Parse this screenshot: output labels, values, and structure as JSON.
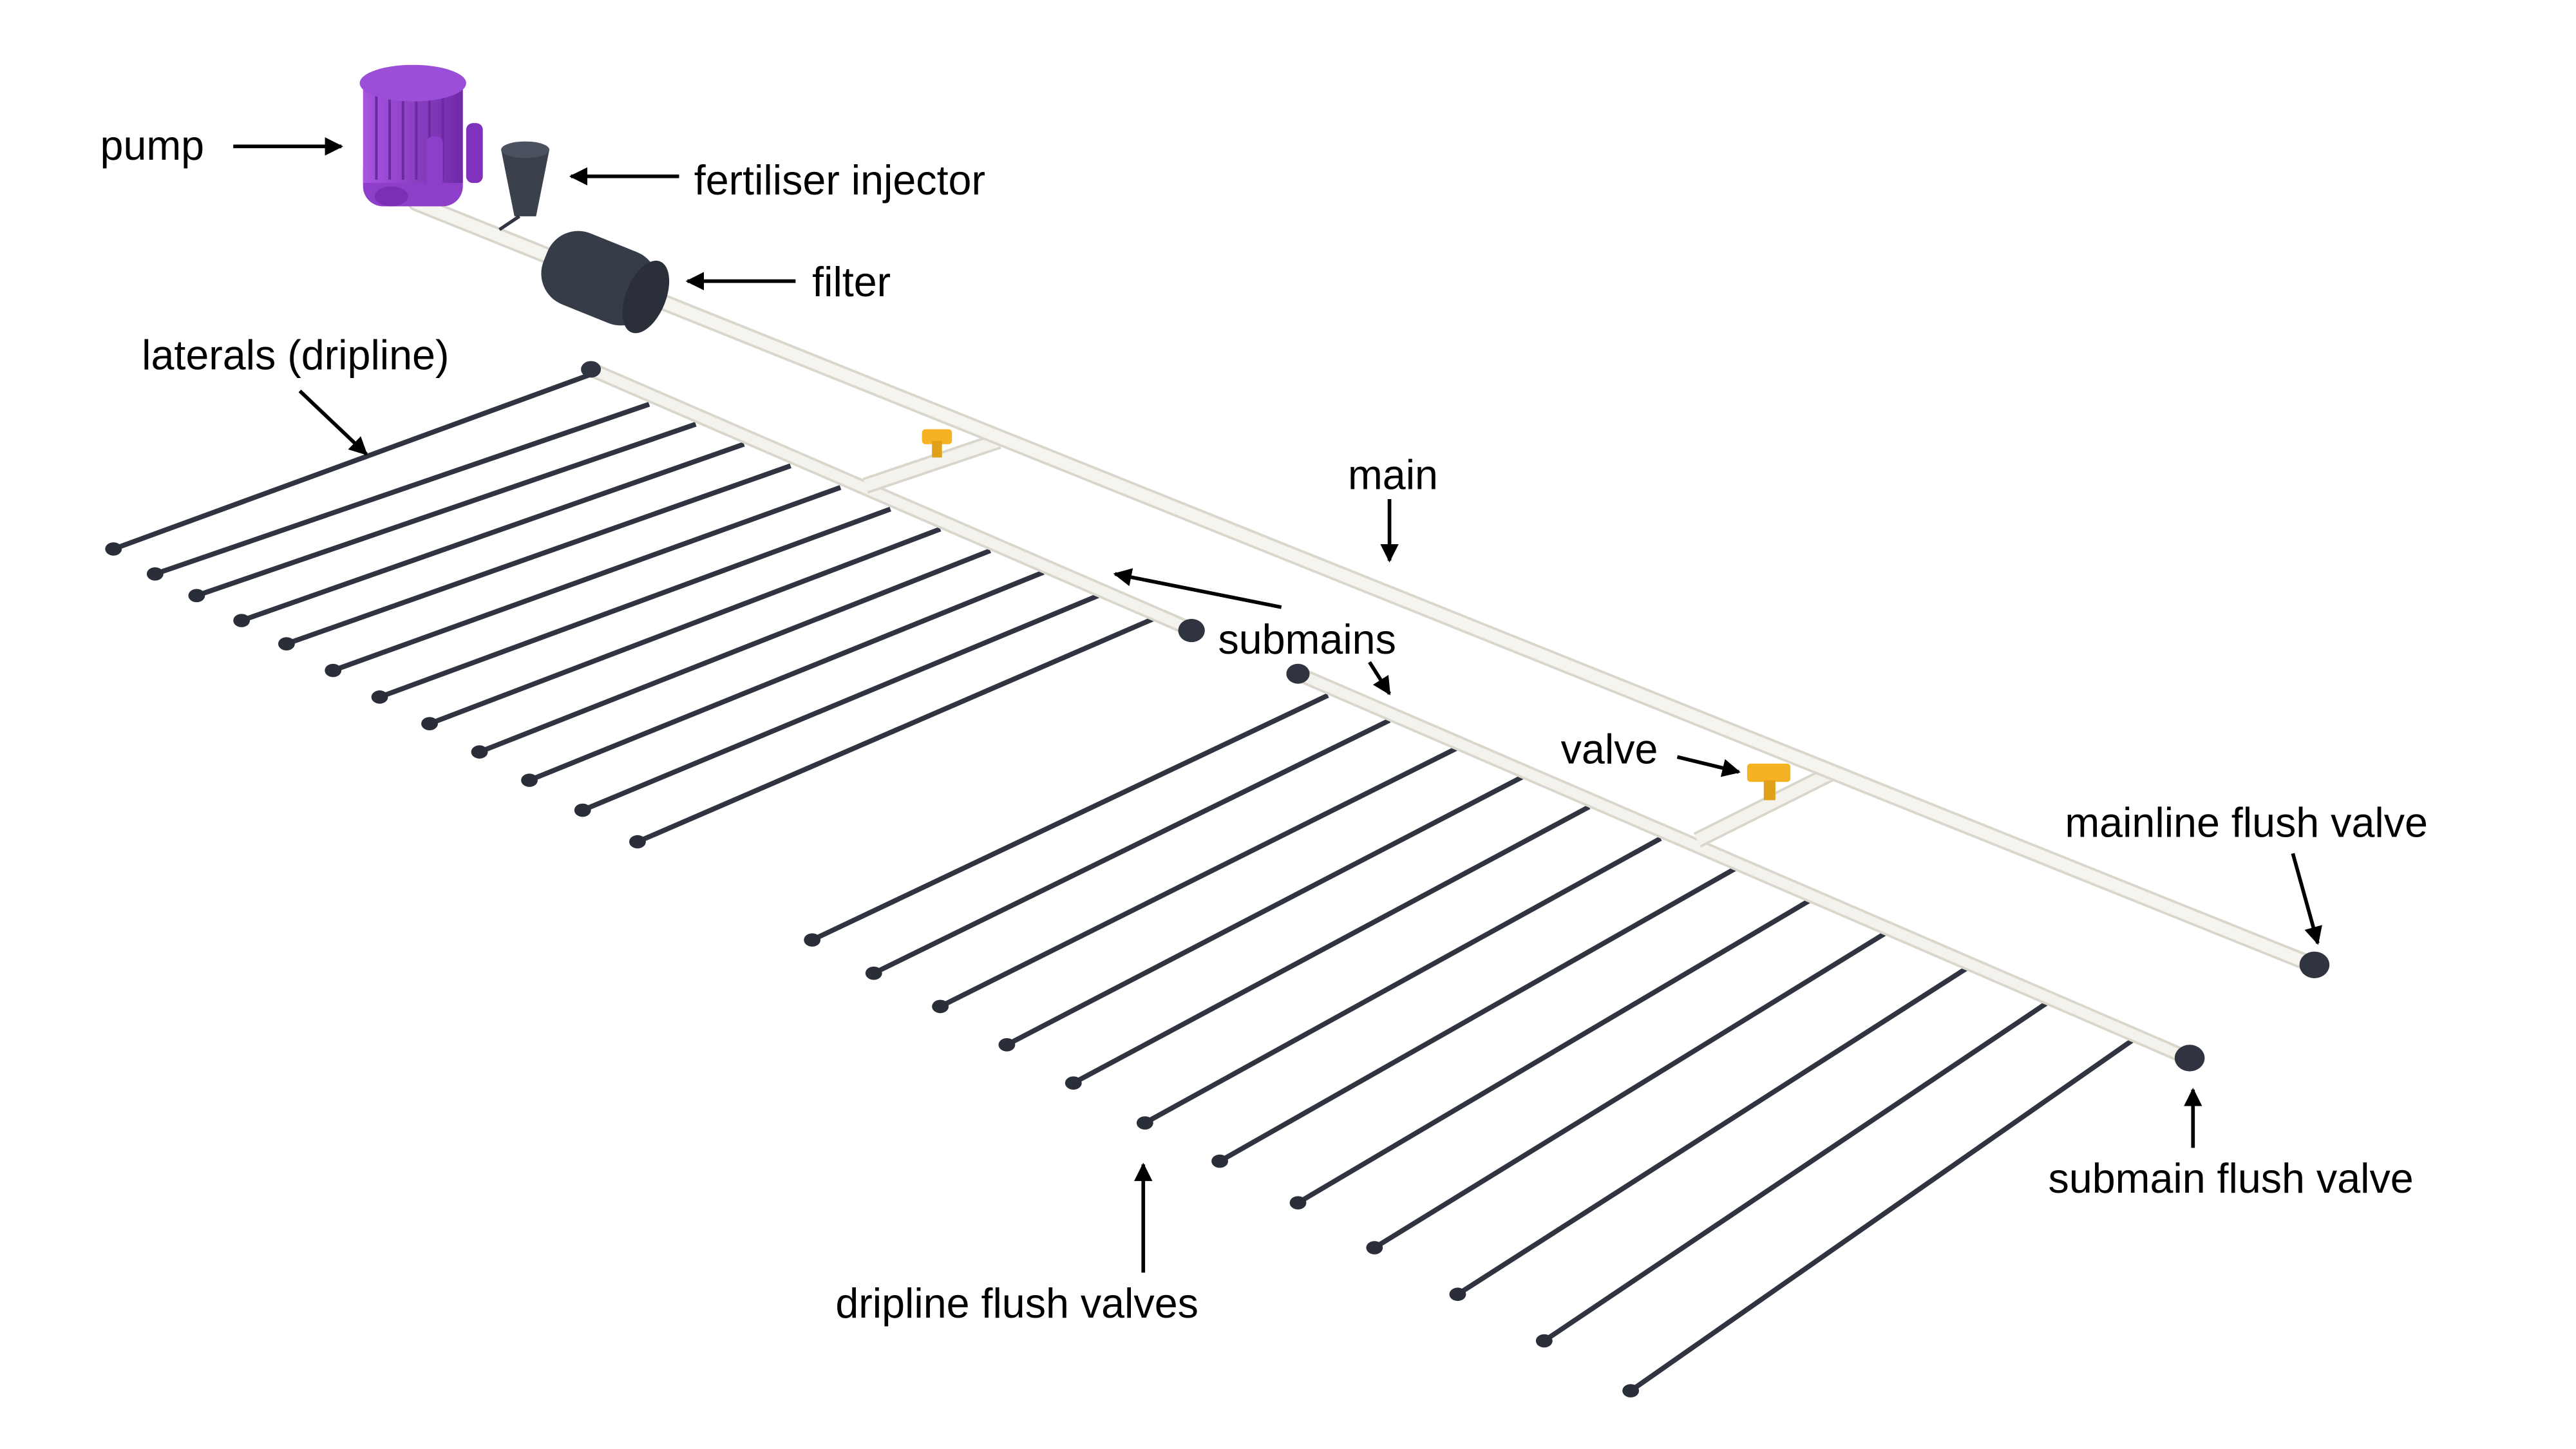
{
  "title": "Drip irrigation system layout",
  "labels": {
    "pump": "pump",
    "fertiliser_injector": "fertiliser injector",
    "filter": "filter",
    "laterals": "laterals (dripline)",
    "main": "main",
    "submains": "submains",
    "valve": "valve",
    "mainline_flush_valve": "mainline flush valve",
    "submain_flush_valve": "submain flush valve",
    "dripline_flush_valves": "dripline flush valves"
  },
  "counts": {
    "laterals_per_submain": 12,
    "submains": 2
  },
  "colors": {
    "pump": "#8e3fc9",
    "pipe": "#f2f0ea",
    "dripline": "#2f3440",
    "filter": "#363c48",
    "valve": "#f5b324",
    "text": "#000000"
  }
}
